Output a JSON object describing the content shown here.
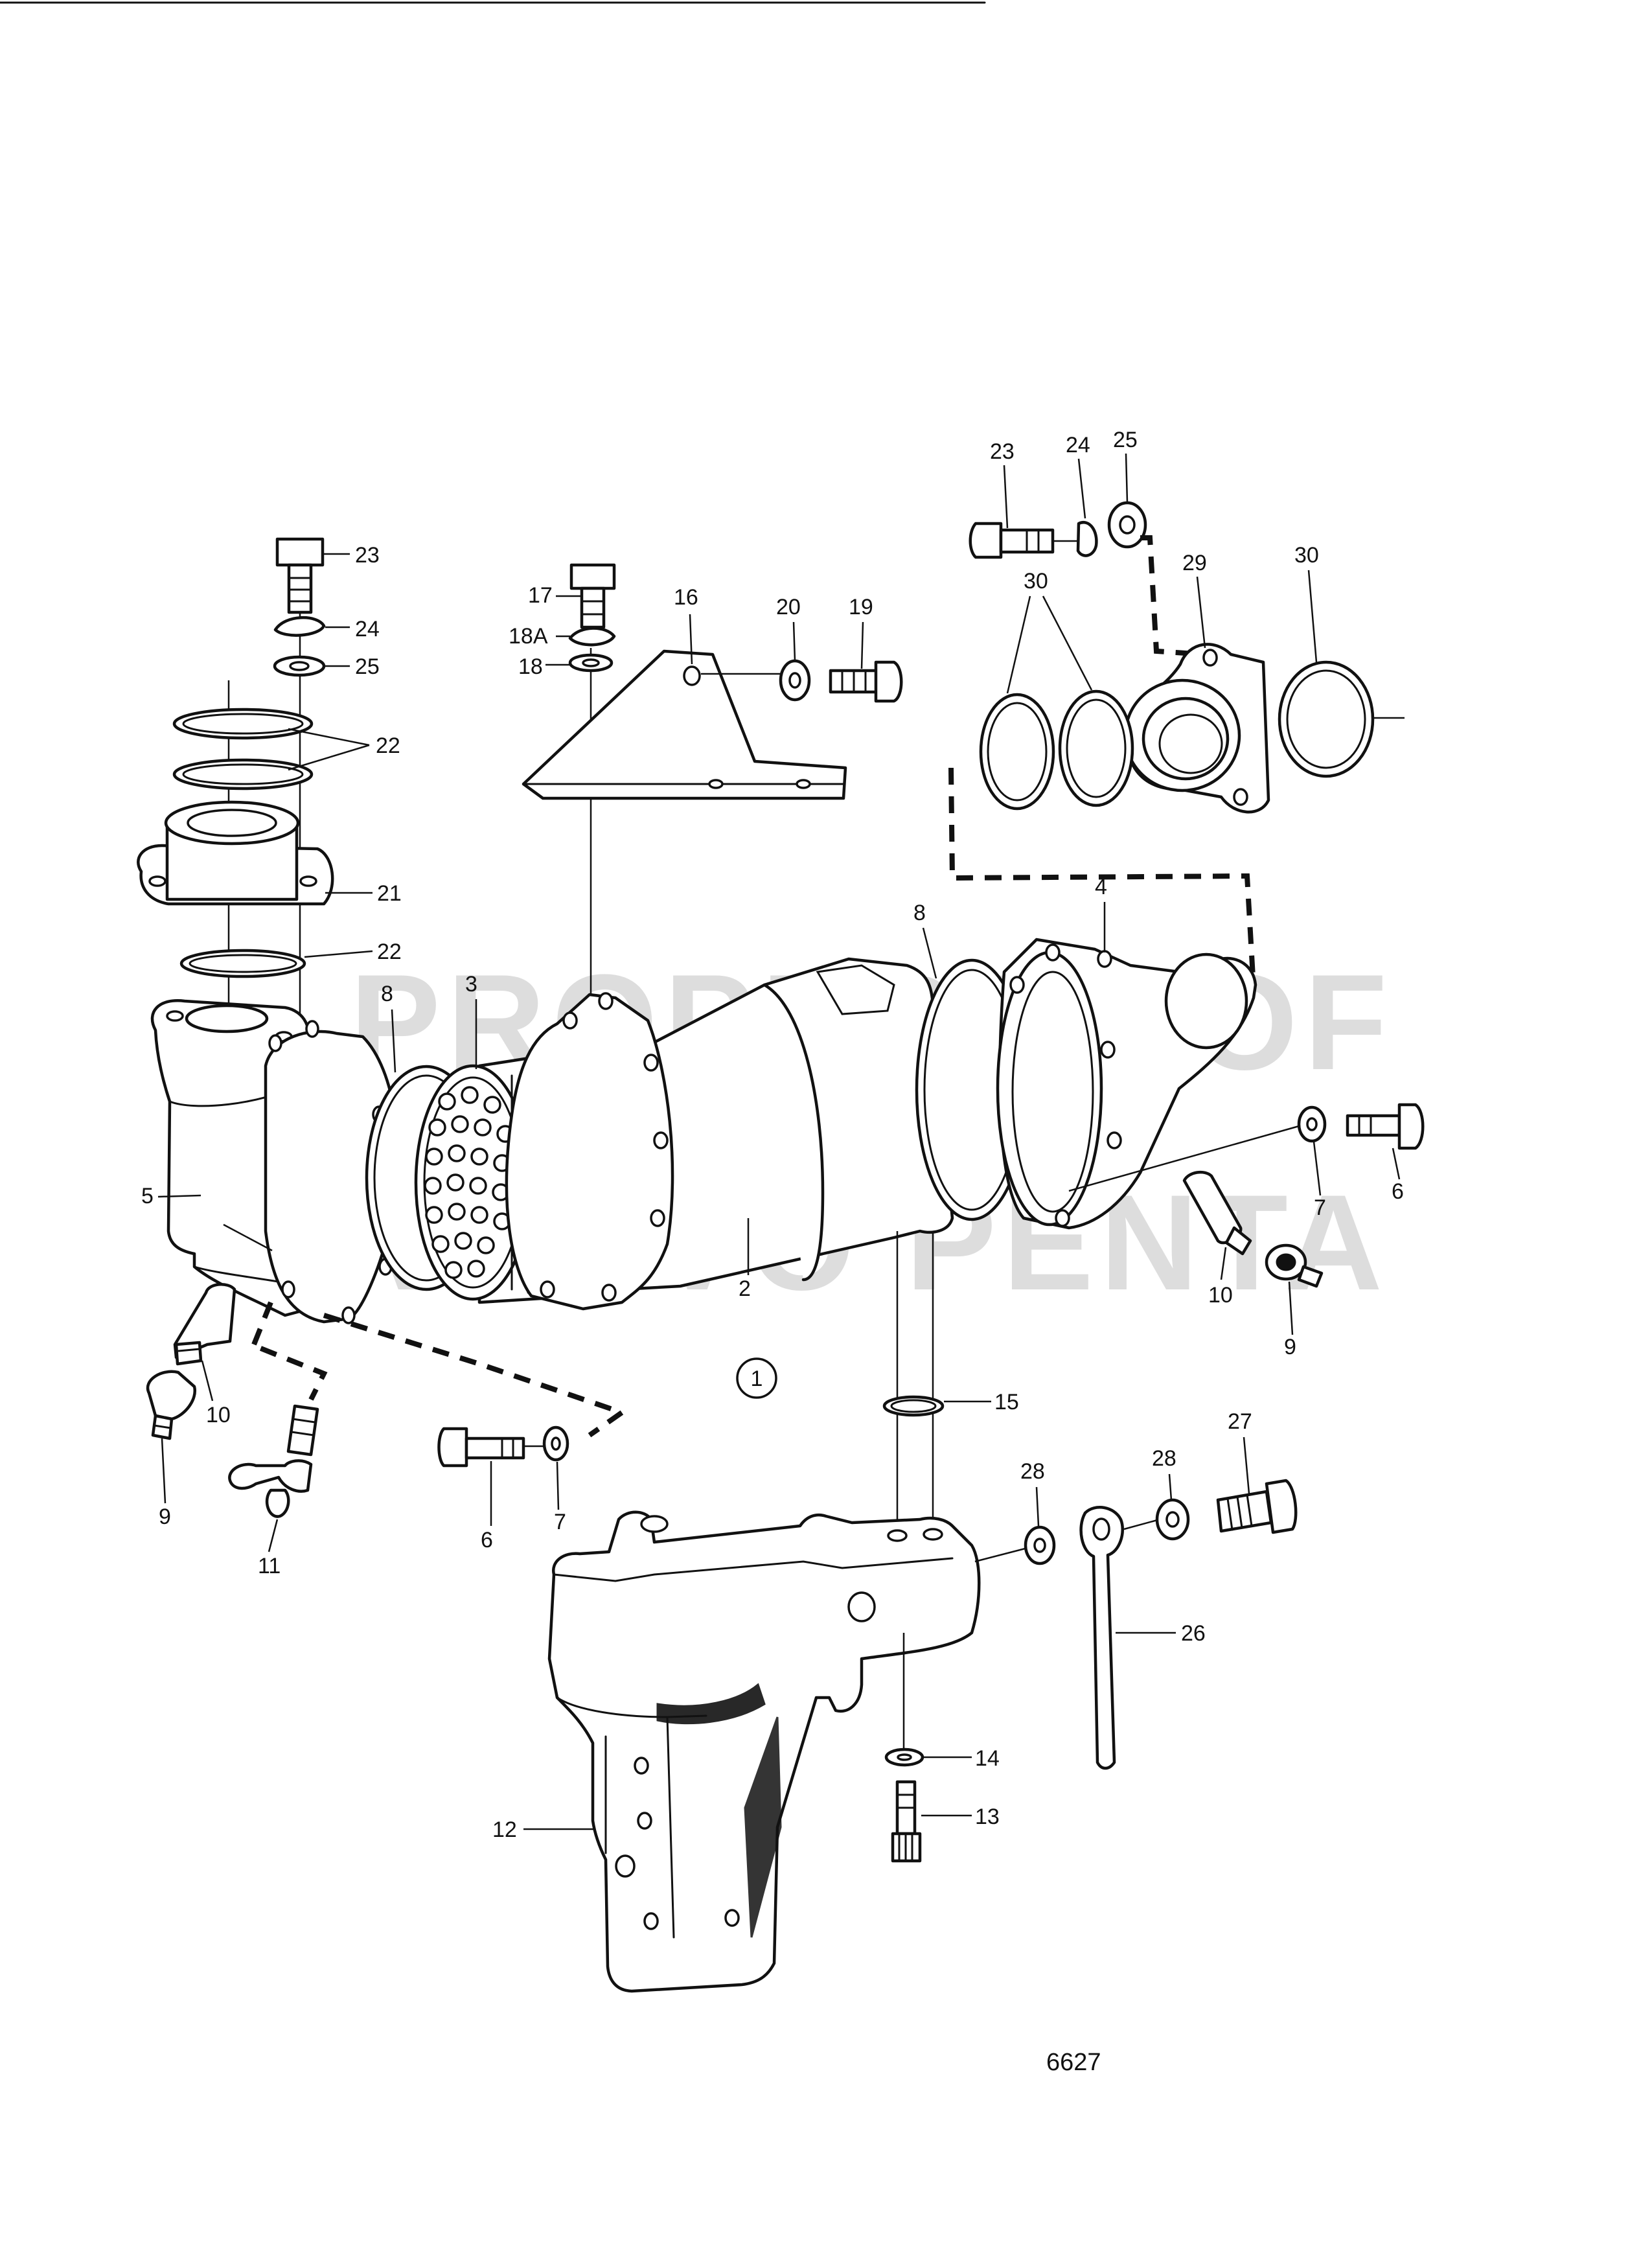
{
  "watermark": {
    "line1": "PROPERTY OF",
    "line2": "VOLVO PENTA"
  },
  "drawing_number": "6627",
  "section_callout": "1",
  "labels": {
    "l23a": "23",
    "l24a": "24",
    "l25a": "25",
    "l22a": "22",
    "l21": "21",
    "l22b": "22",
    "l17": "17",
    "l18A": "18A",
    "l18": "18",
    "l16": "16",
    "l20": "20",
    "l19": "19",
    "l23b": "23",
    "l24b": "24",
    "l25b": "25",
    "l29": "29",
    "l30a": "30",
    "l30b": "30",
    "l8a": "8",
    "l3": "3",
    "l4": "4",
    "l8b": "8",
    "l5": "5",
    "l2": "2",
    "l7a": "7",
    "l6a": "6",
    "l10a": "10",
    "l9a": "9",
    "l10b": "10",
    "l9b": "9",
    "l11": "11",
    "l6b": "6",
    "l7b": "7",
    "l15": "15",
    "l28a": "28",
    "l28b": "28",
    "l27": "27",
    "l26": "26",
    "l14": "14",
    "l13": "13",
    "l12": "12"
  }
}
